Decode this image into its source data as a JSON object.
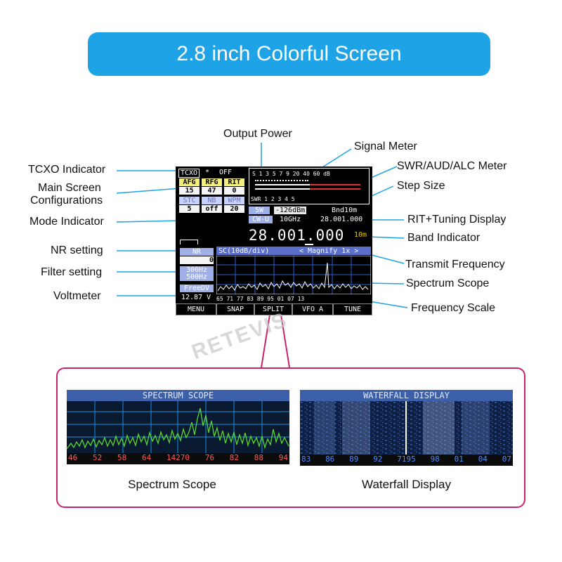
{
  "banner": {
    "title": "2.8 inch Colorful Screen"
  },
  "callouts": {
    "output_power": "Output Power",
    "signal_meter": "Signal Meter",
    "tcxo_indicator": "TCXO Indicator",
    "swr_meter": "SWR/AUD/ALC Meter",
    "main_screen_line1": "Main Screen",
    "main_screen_line2": "Configurations",
    "step_size": "Step Size",
    "mode_indicator": "Mode Indicator",
    "rit_tuning": "RIT+Tuning Display",
    "band_indicator": "Band Indicator",
    "nr_setting": "NR setting",
    "transmit_frequency": "Transmit Frequency",
    "filter_setting": "Filter setting",
    "spectrum_scope": "Spectrum Scope",
    "voltmeter": "Voltmeter",
    "frequency_scale": "Frequency Scale"
  },
  "lcd": {
    "tcxo": "TCXO",
    "tcxo_star": "*",
    "tcxo_state": "OFF",
    "afg_label": "AFG",
    "rfg_label": "RFG",
    "rit_label": "RIT",
    "afg_value": "15",
    "rfg_value": "47",
    "rit_value": "0",
    "stc_label": "STC",
    "nb_label": "NB",
    "wpm_label": "WPM",
    "stc_value": "5",
    "nb_value": "off",
    "wpm_value": "20",
    "s_meter_scale": "S  1  3  5  7  9  20 40 60 dB",
    "swr_scale": "SWR  1   2   3   4   5",
    "power": "5W",
    "dbm": "-126dBm",
    "band_top": "Bnd10m",
    "mode": "CW-U",
    "step": "10GHz",
    "rit_freq": "28.001.000",
    "main_freq": "28.001.000",
    "band": "10m",
    "nr_label": "NR",
    "nr_value": "0",
    "filter_line1": "300Hz",
    "filter_line2": "500Hz",
    "freedv": "FreeDV",
    "voltage": "12.87 V",
    "scope_title": "SC(10dB/div)",
    "magnify": "< Magnify  1x >",
    "freq_scale": "65  71  77  83  89  95  01  07  13",
    "buttons": [
      "MENU",
      "SNAP",
      "SPLIT",
      "VFO A",
      "TUNE"
    ]
  },
  "spectrum_panel": {
    "title": "SPECTRUM SCOPE",
    "scale": [
      "46",
      "52",
      "58",
      "64",
      "14270",
      "76",
      "82",
      "88",
      "94"
    ],
    "caption": "Spectrum Scope"
  },
  "waterfall_panel": {
    "title": "WATERFALL DISPLAY",
    "scale": [
      "83",
      "86",
      "89",
      "92",
      "7195",
      "98",
      "01",
      "04",
      "07"
    ],
    "caption": "Waterfall Display"
  },
  "watermark": "RETEVIS",
  "colors": {
    "banner": "#1ea3e6",
    "popup_border": "#c8246e",
    "callout_line": "#1ea3e6"
  }
}
